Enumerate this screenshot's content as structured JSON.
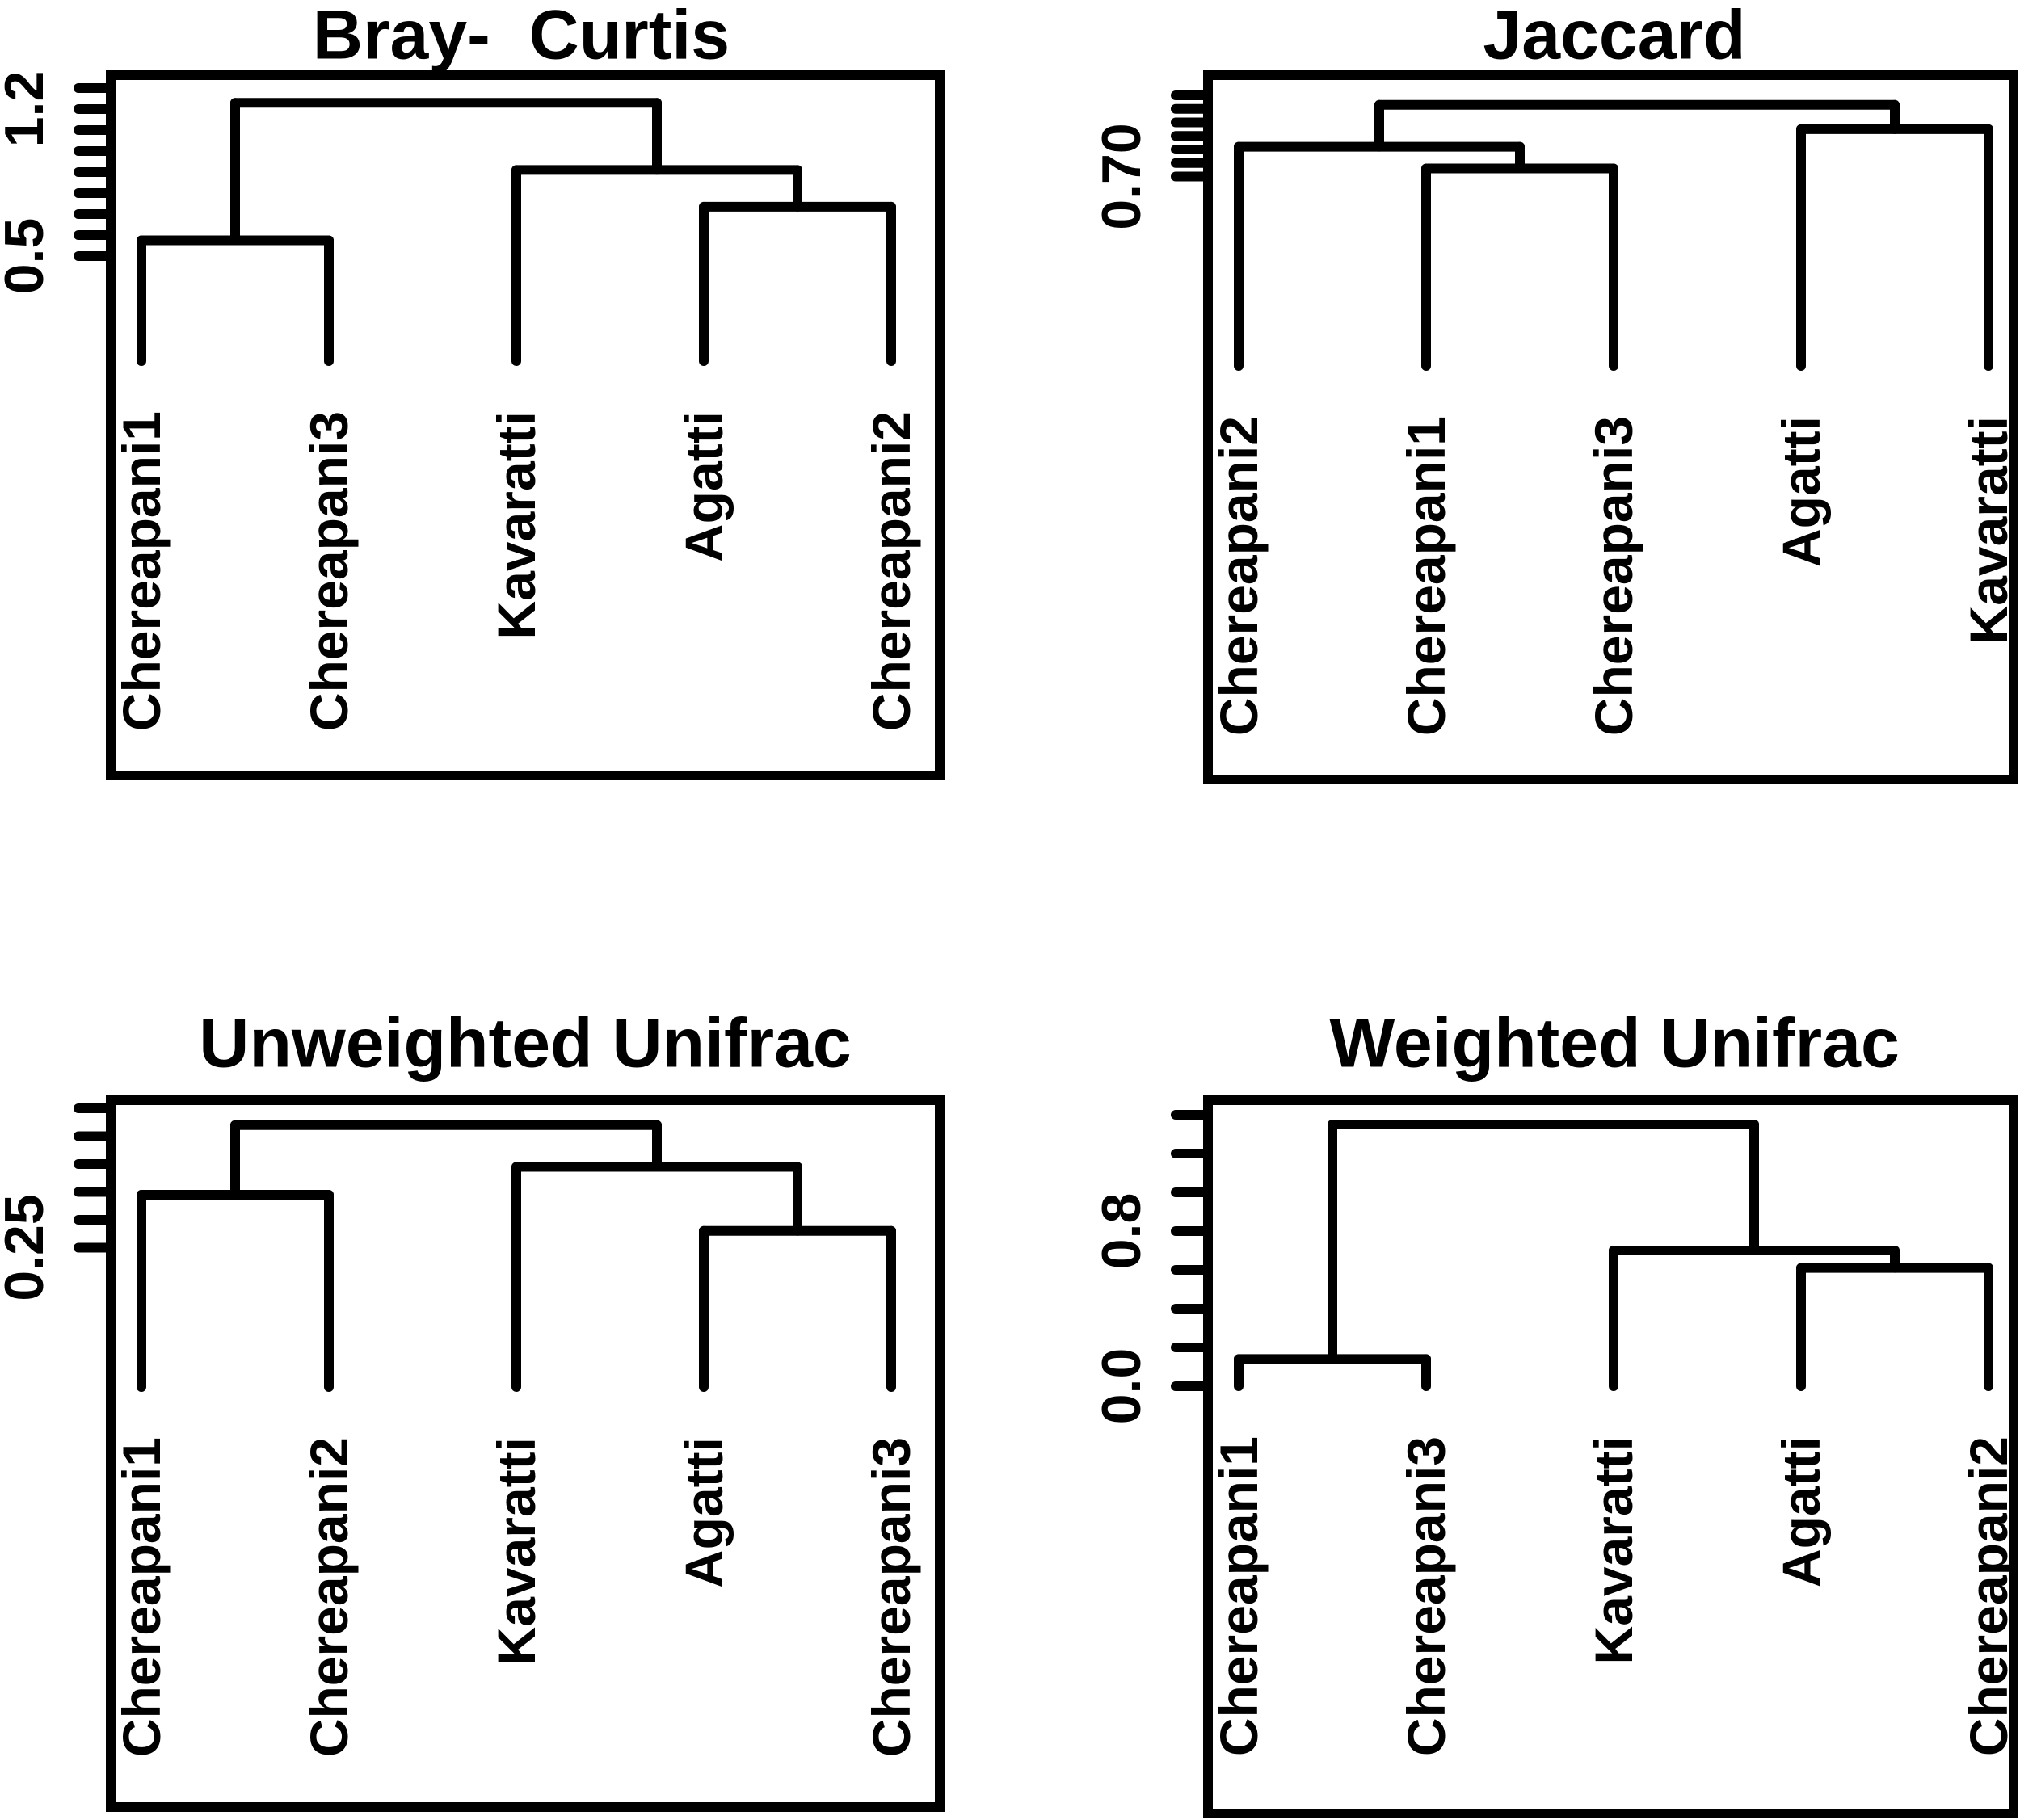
{
  "figure": {
    "background": "#ffffff",
    "line_color": "#000000",
    "text_color": "#000000"
  },
  "chart_data": [
    {
      "type": "dendrogram",
      "title": "Bray-  Curtis",
      "orientation": "vertical",
      "leaves": [
        "Chereapani1",
        "Chereapani3",
        "Kavaratti",
        "Agatti",
        "Chereapani2"
      ],
      "axis": {
        "side": "left",
        "tick_min": 0.5,
        "tick_max": 1.3,
        "tick_step": 0.1,
        "labeled_ticks": [
          {
            "value": 1.2,
            "label": "1.2"
          },
          {
            "value": 0.5,
            "label": "0.5"
          }
        ],
        "leaves_at_height": 0
      },
      "tree": {
        "height": 1.23,
        "children": [
          {
            "height": 0.575,
            "children": [
              {
                "leaf": "Chereapani1"
              },
              {
                "leaf": "Chereapani3"
              }
            ]
          },
          {
            "height": 0.91,
            "children": [
              {
                "leaf": "Kavaratti"
              },
              {
                "height": 0.735,
                "children": [
                  {
                    "leaf": "Agatti"
                  },
                  {
                    "leaf": "Chereapani2"
                  }
                ]
              }
            ]
          }
        ]
      }
    },
    {
      "type": "dendrogram",
      "title": "Jaccard",
      "orientation": "vertical",
      "leaves": [
        "Chereapani2",
        "Chereapani1",
        "Chereapani3",
        "Agatti",
        "Kavaratti"
      ],
      "axis": {
        "side": "left",
        "tick_min": 0.7,
        "tick_max": 1.0,
        "tick_step": 0.05,
        "labeled_ticks": [
          {
            "value": 0.7,
            "label": "0.70"
          }
        ],
        "leaves_at_height": 0
      },
      "tree": {
        "height": 0.965,
        "children": [
          {
            "height": 0.81,
            "children": [
              {
                "leaf": "Chereapani2"
              },
              {
                "height": 0.73,
                "children": [
                  {
                    "leaf": "Chereapani1"
                  },
                  {
                    "leaf": "Chereapani3"
                  }
                ]
              }
            ]
          },
          {
            "height": 0.875,
            "children": [
              {
                "leaf": "Agatti"
              },
              {
                "leaf": "Kavaratti"
              }
            ]
          }
        ]
      }
    },
    {
      "type": "dendrogram",
      "title": "Unweighted Unifrac",
      "orientation": "vertical",
      "leaves": [
        "Chereapani1",
        "Chereapani2",
        "Kavaratti",
        "Agatti",
        "Chereapani3"
      ],
      "axis": {
        "side": "left",
        "tick_min": 0.25,
        "tick_max": 0.5,
        "tick_step": 0.05,
        "labeled_ticks": [
          {
            "value": 0.25,
            "label": "0.25"
          }
        ],
        "leaves_at_height": 0
      },
      "tree": {
        "height": 0.47,
        "children": [
          {
            "height": 0.345,
            "children": [
              {
                "leaf": "Chereapani1"
              },
              {
                "leaf": "Chereapani2"
              }
            ]
          },
          {
            "height": 0.395,
            "children": [
              {
                "leaf": "Kavaratti"
              },
              {
                "height": 0.28,
                "children": [
                  {
                    "leaf": "Agatti"
                  },
                  {
                    "leaf": "Chereapani3"
                  }
                ]
              }
            ]
          }
        ]
      }
    },
    {
      "type": "dendrogram",
      "title": "Weighted Unifrac",
      "orientation": "vertical",
      "leaves": [
        "Chereapani1",
        "Chereapani3",
        "Kavaratti",
        "Agatti",
        "Chereapani2"
      ],
      "axis": {
        "side": "left",
        "tick_min": 0.0,
        "tick_max": 1.4,
        "tick_step": 0.2,
        "labeled_ticks": [
          {
            "value": 0.8,
            "label": "0.8"
          },
          {
            "value": 0.0,
            "label": "0.0"
          }
        ],
        "leaves_at_height": 0
      },
      "tree": {
        "height": 1.35,
        "children": [
          {
            "height": 0.14,
            "children": [
              {
                "leaf": "Chereapani1"
              },
              {
                "leaf": "Chereapani3"
              }
            ]
          },
          {
            "height": 0.7,
            "children": [
              {
                "leaf": "Kavaratti"
              },
              {
                "height": 0.61,
                "children": [
                  {
                    "leaf": "Agatti"
                  },
                  {
                    "leaf": "Chereapani2"
                  }
                ]
              }
            ]
          }
        ]
      }
    }
  ]
}
